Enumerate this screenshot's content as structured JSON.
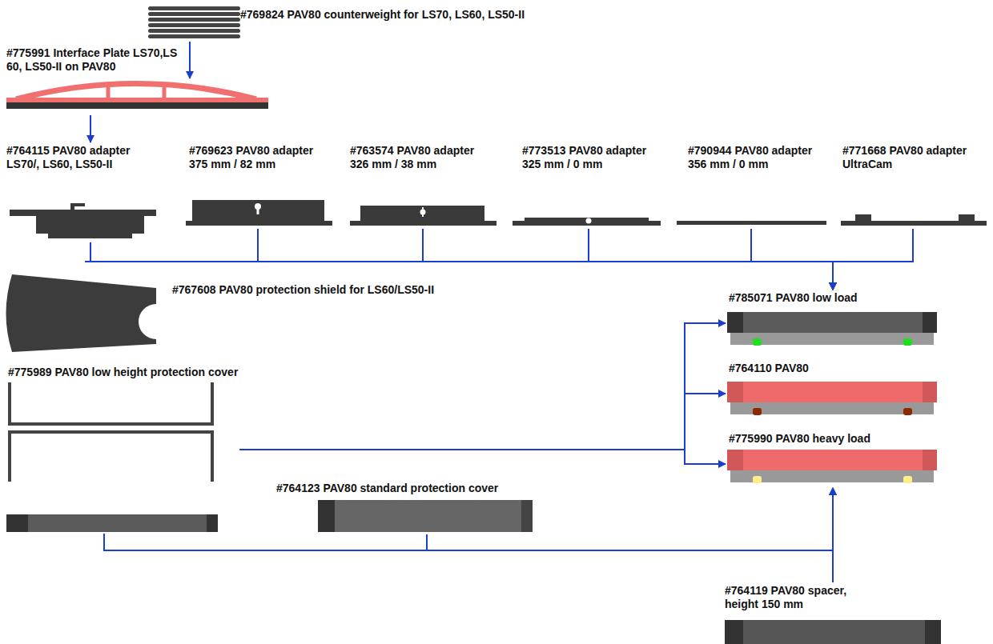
{
  "diagram": {
    "nodes": [
      {
        "text": [
          "#769824 PAV80 counterweight for LS70, LS60, LS50-II"
        ]
      },
      {
        "text": [
          "#775991 Interface Plate LS70,LS 60, LS50-II on PAV80"
        ]
      },
      {
        "text": [
          "#764115 PAV80 adapter LS70/, LS60, LS50-II"
        ]
      },
      {
        "text": [
          "#769623 PAV80 adapter 375 mm / 82 mm"
        ]
      },
      {
        "text": [
          "#763574 PAV80 adapter 326 mm / 38 mm"
        ]
      },
      {
        "text": [
          "#773513 PAV80 adapter 325 mm / 0 mm"
        ]
      },
      {
        "text": [
          "#790944 PAV80 adapter 356 mm / 0 mm"
        ]
      },
      {
        "text": [
          "#771668 PAV80 adapter UltraCam"
        ]
      },
      {
        "text": [
          "#767608 PAV80 protection shield for LS60/LS50-II"
        ]
      },
      {
        "text": [
          "#785071 PAV80 low load"
        ]
      },
      {
        "text": [
          "#764110 PAV80"
        ]
      },
      {
        "text": [
          "#775990 PAV80 heavy load"
        ]
      },
      {
        "text": [
          "#775989 PAV80 low height protection cover"
        ]
      },
      {
        "text": [
          "#764123 PAV80 standard protection cover"
        ]
      },
      {
        "text": [
          "#764119 PAV80 spacer, height 150 mm"
        ]
      }
    ],
    "edges": [
      {
        "from": 0,
        "to": 1,
        "arrow": "to"
      },
      {
        "from": 1,
        "to": 2,
        "arrow": "to"
      },
      {
        "from": 2,
        "to": 9,
        "arrow": "to"
      },
      {
        "from": 3,
        "to": 9,
        "arrow": "to"
      },
      {
        "from": 4,
        "to": 9,
        "arrow": "to"
      },
      {
        "from": 5,
        "to": 9,
        "arrow": "to"
      },
      {
        "from": 6,
        "to": 9,
        "arrow": "to"
      },
      {
        "from": 7,
        "to": 9,
        "arrow": "to"
      },
      {
        "from": 12,
        "to": 9,
        "arrow": "to"
      },
      {
        "from": 12,
        "to": 10,
        "arrow": "to"
      },
      {
        "from": 12,
        "to": 11,
        "arrow": "to"
      },
      {
        "from": 12,
        "to": 11,
        "arrow": "to"
      },
      {
        "from": 13,
        "to": 11,
        "arrow": "to"
      },
      {
        "from": 14,
        "to": 11,
        "arrow": "to"
      }
    ]
  }
}
